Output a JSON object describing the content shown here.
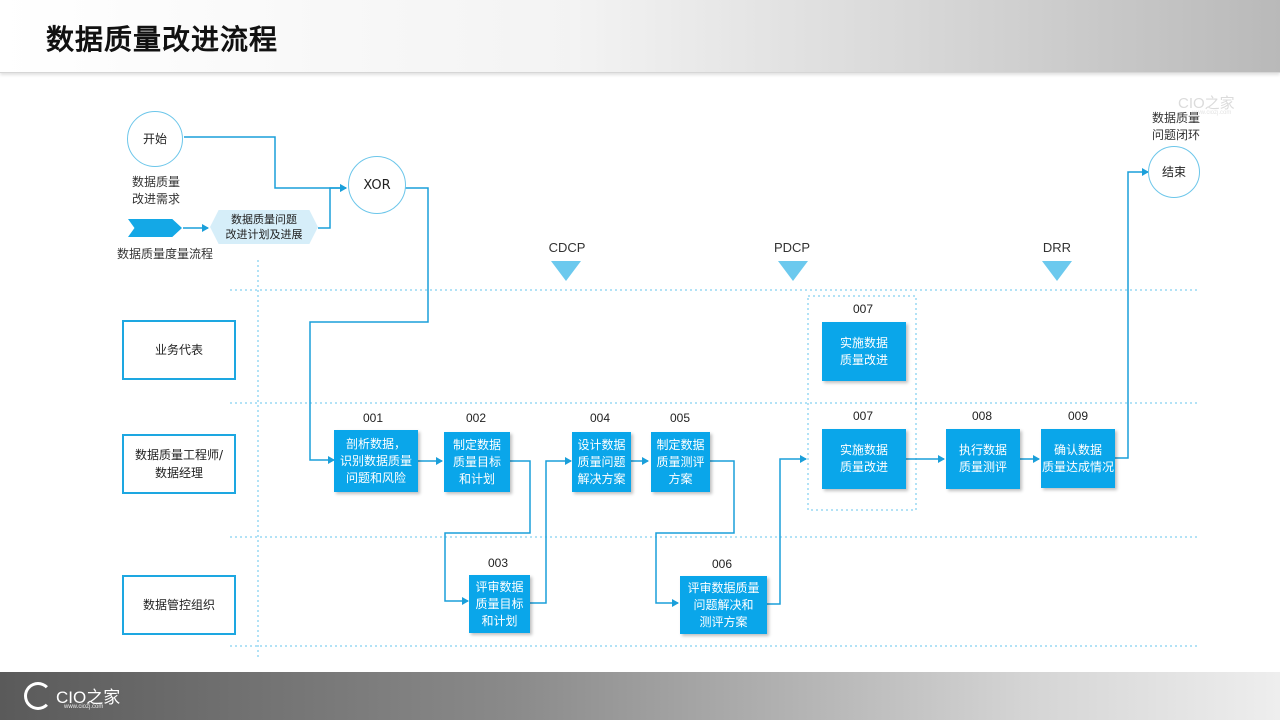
{
  "header": {
    "title": "数据质量改进流程"
  },
  "footer": {
    "logo_text": "CIO之家",
    "logo_url": "www.ciozj.com"
  },
  "watermark": {
    "text": "CIO之家",
    "url": "www.ciozj.com"
  },
  "start": {
    "label": "开始",
    "caption": "数据质量\n改进需求"
  },
  "measure": {
    "caption": "数据质量度量流程",
    "hex_label": "数据质量问题\n改进计划及进展"
  },
  "xor": {
    "label": "XOR"
  },
  "end": {
    "label": "结束",
    "caption": "数据质量\n问题闭环"
  },
  "gates": [
    {
      "label": "CDCP"
    },
    {
      "label": "PDCP"
    },
    {
      "label": "DRR"
    }
  ],
  "roles": [
    {
      "label": "业务代表"
    },
    {
      "label": "数据质量工程师/\n数据经理"
    },
    {
      "label": "数据管控组织"
    }
  ],
  "steps": [
    {
      "num": "001",
      "text": "剖析数据，\n识别数据质量\n问题和风险"
    },
    {
      "num": "002",
      "text": "制定数据\n质量目标\n和计划"
    },
    {
      "num": "003",
      "text": "评审数据\n质量目标\n和计划"
    },
    {
      "num": "004",
      "text": "设计数据\n质量问题\n解决方案"
    },
    {
      "num": "005",
      "text": "制定数据\n质量测评\n方案"
    },
    {
      "num": "006",
      "text": "评审数据质量\n问题解决和\n测评方案"
    },
    {
      "num": "007",
      "text": "实施数据\n质量改进"
    },
    {
      "num": "007",
      "text": "实施数据\n质量改进"
    },
    {
      "num": "008",
      "text": "执行数据\n质量测评"
    },
    {
      "num": "009",
      "text": "确认数据\n质量达成情况"
    }
  ],
  "colors": {
    "box_fill": "#0aa6ea",
    "line": "#1a9fda",
    "lane_divider": "#66c4ee",
    "gate_marker": "#6cc9ee",
    "role_border": "#1da7e1"
  }
}
